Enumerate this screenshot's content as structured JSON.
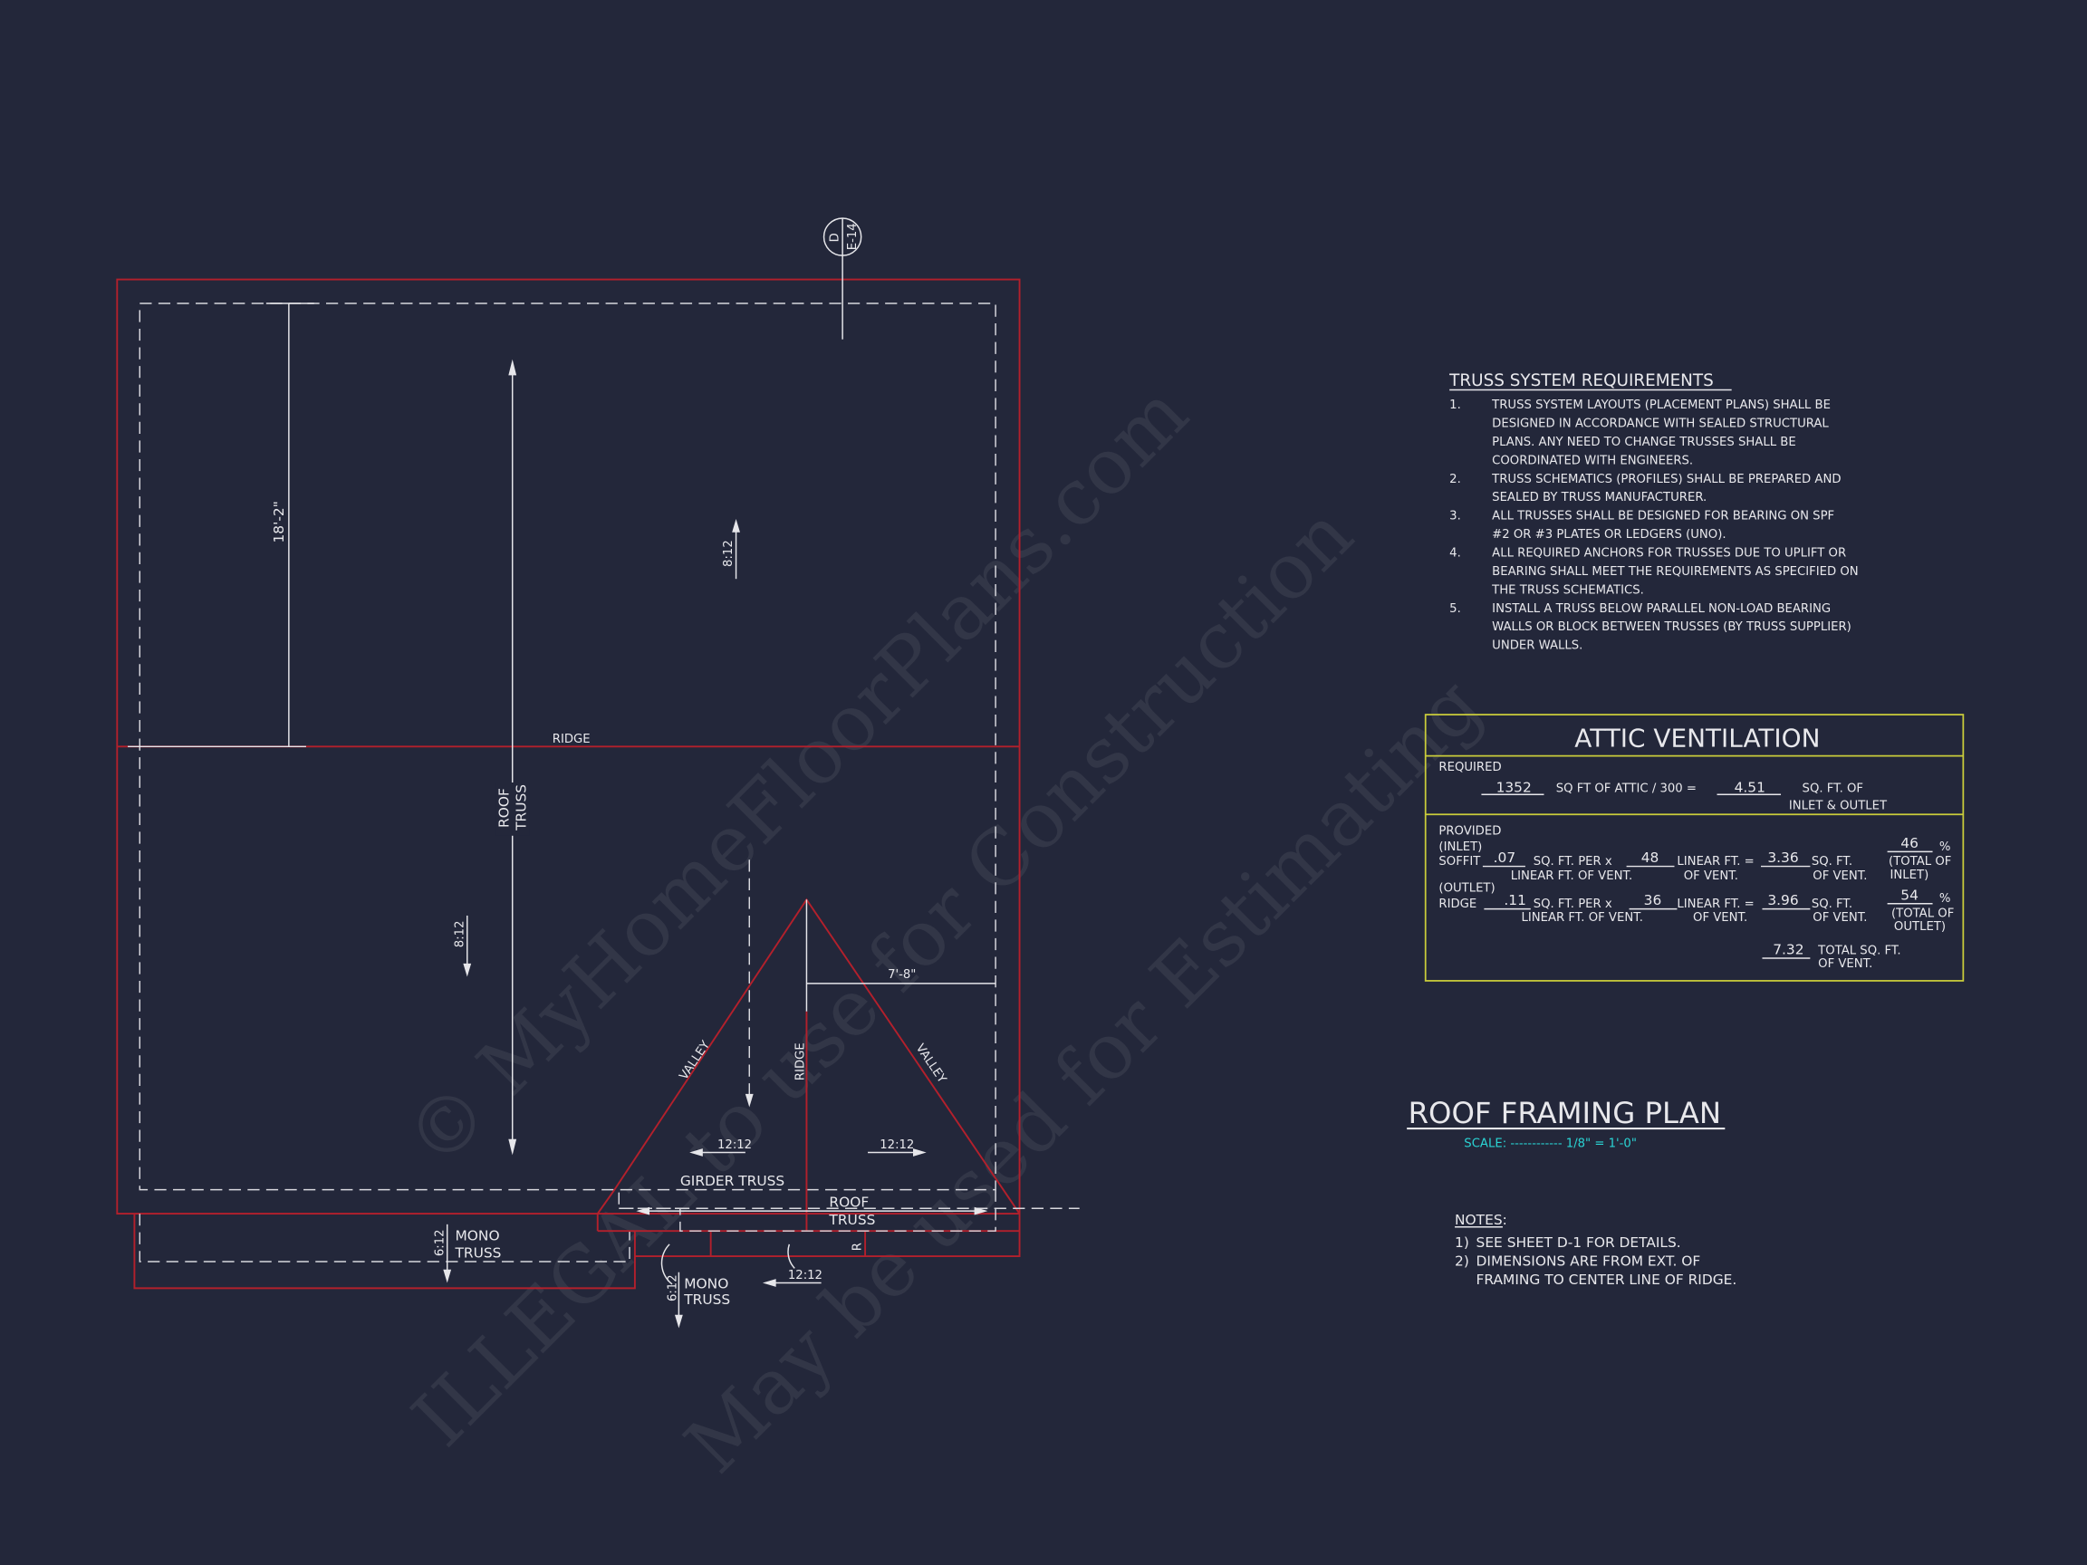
{
  "watermark": {
    "line1": "© MyHomeFloorPlans.com",
    "line2": "ILLEGAL to use for Construction",
    "line3": "May be used for Estimating"
  },
  "section_marker": {
    "letter": "D",
    "sheet": "E-14"
  },
  "plan_labels": {
    "dim_vertical": "18'-2\"",
    "ridge": "RIDGE",
    "roof_truss_1": "ROOF",
    "roof_truss_2": "TRUSS",
    "pitch_8_12_a": "8:12",
    "pitch_8_12_b": "8:12",
    "dim_7_8": "7'-8\"",
    "valley_left": "VALLEY",
    "valley_right": "VALLEY",
    "ridge_vertical": "RIDGE",
    "pitch_12_12_left": "12:12",
    "pitch_12_12_right": "12:12",
    "girder_truss": "GIRDER TRUSS",
    "roof_truss_bottom_1": "ROOF",
    "roof_truss_bottom_2": "TRUSS",
    "r_mark": "R",
    "mono_left_pitch": "6:12",
    "mono_left_1": "MONO",
    "mono_left_2": "TRUSS",
    "mono_right_pitch": "6:12",
    "mono_right_1": "MONO",
    "mono_right_2": "TRUSS",
    "pitch_12_12_bottom": "12:12"
  },
  "truss_requirements": {
    "title": "TRUSS SYSTEM REQUIREMENTS",
    "items": [
      {
        "num": "1.",
        "lines": [
          "TRUSS SYSTEM LAYOUTS (PLACEMENT PLANS) SHALL BE",
          "DESIGNED IN ACCORDANCE WITH SEALED STRUCTURAL",
          "PLANS. ANY NEED TO CHANGE TRUSSES SHALL BE",
          "COORDINATED WITH ENGINEERS."
        ]
      },
      {
        "num": "2.",
        "lines": [
          "TRUSS SCHEMATICS (PROFILES) SHALL BE PREPARED AND",
          "SEALED BY TRUSS MANUFACTURER."
        ]
      },
      {
        "num": "3.",
        "lines": [
          "ALL TRUSSES SHALL BE DESIGNED FOR BEARING ON SPF",
          "#2 OR #3 PLATES OR LEDGERS (UNO)."
        ]
      },
      {
        "num": "4.",
        "lines": [
          "ALL REQUIRED ANCHORS FOR TRUSSES DUE TO UPLIFT OR",
          "BEARING SHALL MEET THE REQUIREMENTS AS SPECIFIED ON",
          "THE TRUSS SCHEMATICS."
        ]
      },
      {
        "num": "5.",
        "lines": [
          "INSTALL A TRUSS BELOW PARALLEL NON-LOAD BEARING",
          "WALLS OR BLOCK BETWEEN TRUSSES (BY TRUSS SUPPLIER)",
          "UNDER WALLS."
        ]
      }
    ]
  },
  "attic_ventilation": {
    "title": "ATTIC VENTILATION",
    "required_label": "REQUIRED",
    "attic_sqft": "1352",
    "attic_text": "SQ FT OF ATTIC / 300 =",
    "required_vent": "4.51",
    "required_unit_1": "SQ. FT. OF",
    "required_unit_2": "INLET & OUTLET",
    "provided_label": "PROVIDED",
    "inlet_label": "(INLET)",
    "soffit_label": "SOFFIT",
    "soffit_rate": ".07",
    "outlet_label": "(OUTLET)",
    "ridge_label": "RIDGE",
    "ridge_rate": ".11",
    "per_text_1": "SQ. FT. PER x",
    "per_text_2": "LINEAR FT. OF VENT.",
    "soffit_lf": "48",
    "ridge_lf": "36",
    "lf_text_1": "LINEAR FT. =",
    "lf_text_2": "OF VENT.",
    "soffit_area": "3.36",
    "ridge_area": "3.96",
    "area_text_1": "SQ. FT.",
    "area_text_2": "OF VENT.",
    "inlet_pct": "46",
    "outlet_pct": "54",
    "pct_sign": "%",
    "inlet_pct_text_1": "(TOTAL OF",
    "inlet_pct_text_2": "INLET)",
    "outlet_pct_text_1": "(TOTAL OF",
    "outlet_pct_text_2": "OUTLET)",
    "total": "7.32",
    "total_text_1": "TOTAL  SQ. FT.",
    "total_text_2": "OF VENT."
  },
  "title_block": {
    "title": "ROOF FRAMING PLAN",
    "scale": "SCALE: ------------ 1/8\" = 1'-0\""
  },
  "notes": {
    "heading": "NOTES:",
    "items": [
      {
        "num": "1)",
        "lines": [
          "SEE SHEET D-1 FOR DETAILS."
        ]
      },
      {
        "num": "2)",
        "lines": [
          "DIMENSIONS ARE FROM EXT. OF",
          "FRAMING TO CENTER LINE OF RIDGE."
        ]
      }
    ]
  },
  "colors": {
    "background": "#23273a",
    "wall_red": "#b3202c",
    "table_yellow": "#c9cc3a",
    "scale_cyan": "#2ad4d4"
  }
}
